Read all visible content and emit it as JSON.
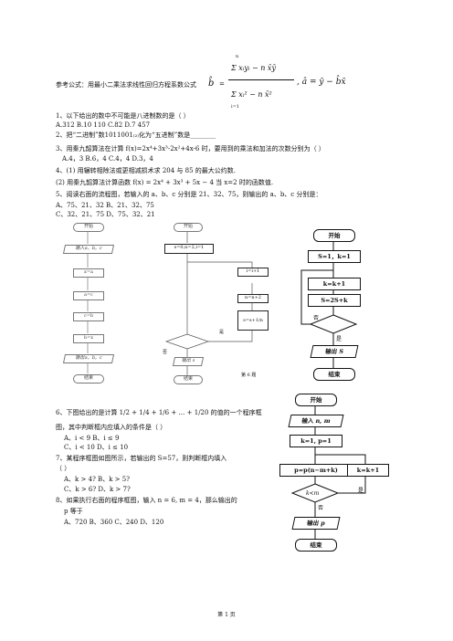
{
  "formula": {
    "label": "参考公式：用最小二乘法求线性回归方程系数公式",
    "b_hat": "b̂",
    "eq": "=",
    "numerator": "Σ xᵢyᵢ − n x̄ȳ",
    "denominator": "Σ xᵢ² − n x̄²",
    "sum_top": "n",
    "sum_bottom": "i=1",
    "a_part": ", â = ȳ − b̂x̄"
  },
  "questions": [
    {
      "id": "q1",
      "text": "1、以下给出的数中不可能是八进制数的是（        ）"
    },
    {
      "id": "q1o",
      "text": "A.312          B.10 110          C.82          D.7 457"
    },
    {
      "id": "q2",
      "text": "2、把“二进制”数1011001₍₂₎化为“五进制”数是________"
    },
    {
      "id": "q3",
      "text": "3、用秦九韶算法在计算 f(x)=2x⁴+3x³-2x²+4x-6 时，要用到的乘法和加法的次数分别为（     ）"
    },
    {
      "id": "q3o",
      "text": "A.4，3          B.6，4          C.4，4          D.3，4"
    },
    {
      "id": "q4",
      "text": "4、(1) 用辗转相除法或更相减损术求 204 与 85 的最大公约数."
    },
    {
      "id": "q4b",
      "text": "(2) 用秦九韶算法计算函数 f(x) = 2x⁴ + 3x³ + 5x − 4 当 x=2 时的函数值."
    },
    {
      "id": "q5",
      "text": "5、阅读右面的流程图，若输入的 a、b、c 分别是 21、32、75，则输出的 a、b、c 分别是："
    },
    {
      "id": "q5a",
      "text": "A、75、21、32                                B、21、32、75"
    },
    {
      "id": "q5c",
      "text": "C、32、21、75                                D、75、32、21"
    },
    {
      "id": "q6",
      "text": "6、下图给出的是计算 1/2 + 1/4 + 1/6 + … + 1/20 的值的一个程序框"
    },
    {
      "id": "q6b",
      "text": "图，其中判断框内应填入的条件是（   ）"
    },
    {
      "id": "q6o1",
      "text": "A、i < 9                    B、i ≤ 9"
    },
    {
      "id": "q6o2",
      "text": "C、i < 10                  D、i ≤ 10"
    },
    {
      "id": "q7",
      "text": "7、某程序框图如图所示，若输出的 S=57，则判断框内填入"
    },
    {
      "id": "q7b",
      "text": "（        ）"
    },
    {
      "id": "q7o1",
      "text": "A、k > 4?                    B、k > 5?"
    },
    {
      "id": "q7o2",
      "text": "C、k > 6?                    D、k > 7?"
    },
    {
      "id": "q8",
      "text": "8、如果执行右面的程序框图，输入 n = 6, m = 4，那么输出的"
    },
    {
      "id": "q8b",
      "text": "p 等于"
    },
    {
      "id": "q8o",
      "text": "A、720          B、360          C、240          D、120"
    }
  ],
  "fc1": {
    "start": "开始",
    "input": "输入a，b，c",
    "s1": "x=a",
    "s2": "a=c",
    "s3": "c=b",
    "s4": "b=x",
    "output": "输出a，b，c",
    "end": "结束"
  },
  "fc2": {
    "start": "开始",
    "init": "s=0,n=2,i=1",
    "s1": "s=s+1/n",
    "s2": "n=n+2",
    "s3": "i=i+1",
    "yes": "是",
    "no": "否",
    "output": "输出 s",
    "end": "结束",
    "caption": "第 6 题"
  },
  "fc3": {
    "start": "开始",
    "init": "S=1，k=1",
    "s1": "k=k+1",
    "s2": "S=2S+k",
    "no": "否",
    "yes": "是",
    "output": "输出 S",
    "end": "结束"
  },
  "fc4": {
    "start": "开始",
    "input": "输入 n, m",
    "init": "k=1, p=1",
    "s1": "p=p(n−m+k)",
    "cond": "k<m",
    "inc": "k=k+1",
    "yes": "是",
    "no": "否",
    "output": "输出 p",
    "end": "结束"
  },
  "footer": "第  1  页"
}
